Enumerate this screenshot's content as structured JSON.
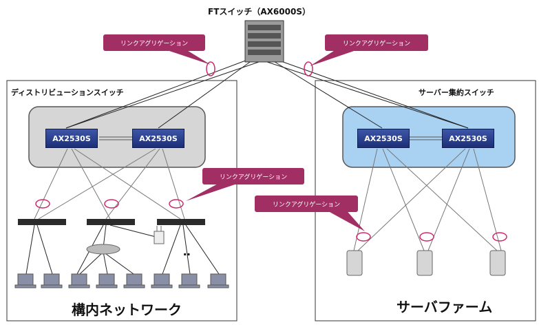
{
  "core_switch": {
    "label": "FTスイッチ（AX6000S）",
    "icon": "chassis-switch-icon"
  },
  "distribution": {
    "title": "ディストリビューションスイッチ",
    "switches": [
      "AX2530S",
      "AX2530S"
    ],
    "bottom_label": "構内ネットワーク",
    "accent": "#d6d6d6"
  },
  "server_aggregation": {
    "title": "サーバー集約スイッチ",
    "switches": [
      "AX2530S",
      "AX2530S"
    ],
    "bottom_label": "サーバファーム",
    "accent": "#a9d1f2"
  },
  "link_aggregation_labels": [
    "リンクアグリゲーション",
    "リンクアグリゲーション",
    "リンクアグリゲーション",
    "リンクアグリゲーション"
  ],
  "ellipsis": "‥",
  "colors": {
    "callout": "#a22f64",
    "switch": "#2a3f8f",
    "ring": "#d2286a"
  }
}
